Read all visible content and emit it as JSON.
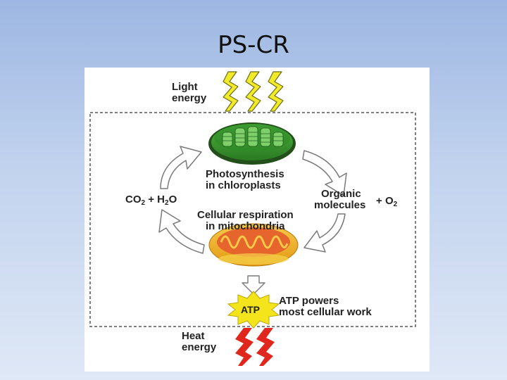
{
  "slide": {
    "title": "PS-CR"
  },
  "diagram": {
    "light_energy": [
      "Light",
      "energy"
    ],
    "photosynthesis": [
      "Photosynthesis",
      "in chloroplasts"
    ],
    "co2_h2o": {
      "co": "CO",
      "co_sub": "2",
      "plus": "+",
      "h": "H",
      "h_sub": "2",
      "o": "O"
    },
    "organic_molecules": [
      "Organic",
      "molecules"
    ],
    "o2": {
      "plus": "+",
      "o": "O",
      "o_sub": "2"
    },
    "cellular_respiration": [
      "Cellular respiration",
      "in mitochondria"
    ],
    "atp_badge": "ATP",
    "atp_powers": [
      "ATP powers",
      "most cellular work"
    ],
    "heat_energy": [
      "Heat",
      "energy"
    ]
  },
  "colors": {
    "light_bolt_fill": "#f1ea2a",
    "light_bolt_stroke": "#6b6b1a",
    "heat_bolt": "#e0271e",
    "chloroplast": "#3a9a2e",
    "mitochondrion_outer": "#f2b81e",
    "mitochondrion_inner": "#e5652c",
    "cycle_arrow_stroke": "#7a7a7a",
    "dashed_box": "#555555"
  }
}
